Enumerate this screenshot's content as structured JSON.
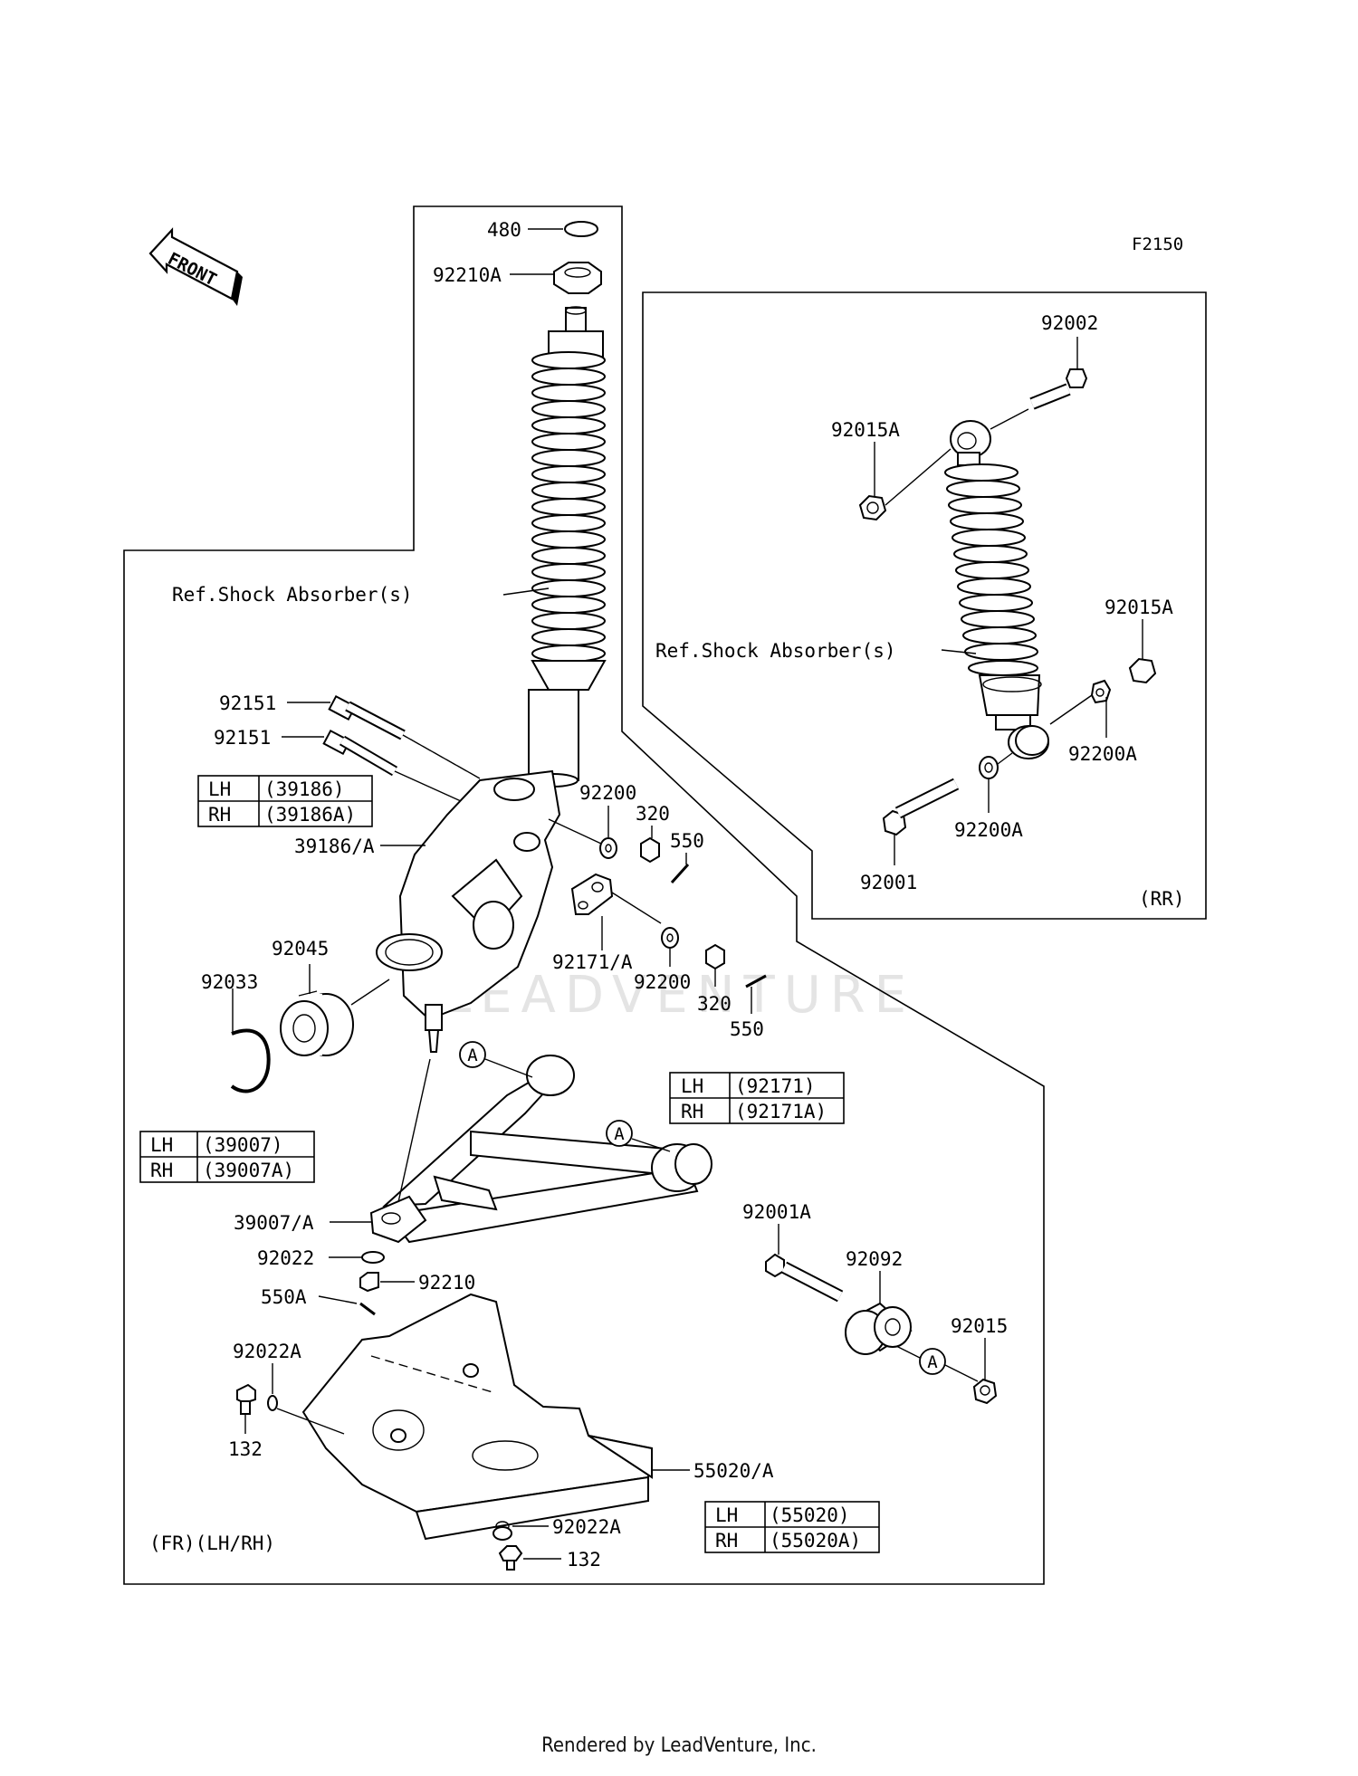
{
  "diagram_code": "F2150",
  "front_arrow_label": "FRONT",
  "watermark": "LEADVENTURE",
  "footer": "Rendered by LeadVenture, Inc.",
  "front_section_label": "(FR)(LH/RH)",
  "rear_section_label": "(RR)",
  "shock_ref_front": "Ref.Shock Absorber(s)",
  "shock_ref_rear": "Ref.Shock Absorber(s)",
  "circle_marker": "A",
  "parts": {
    "p480": "480",
    "p92210A": "92210A",
    "p92151_a": "92151",
    "p92151_b": "92151",
    "p39186A": "39186/A",
    "p92200_top": "92200",
    "p320_top": "320",
    "p550_top": "550",
    "p92171A": "92171/A",
    "p92200_bot": "92200",
    "p320_bot": "320",
    "p550_bot": "550",
    "p92045": "92045",
    "p92033": "92033",
    "p39007A": "39007/A",
    "p92022": "92022",
    "p92210": "92210",
    "p550A": "550A",
    "p92022A_left": "92022A",
    "p132_left": "132",
    "p55020A": "55020/A",
    "p92022A_bot": "92022A",
    "p132_bot": "132",
    "p92001A": "92001A",
    "p92092": "92092",
    "p92015": "92015",
    "p92002": "92002",
    "p92015A_top": "92015A",
    "p92015A_right": "92015A",
    "p92200A_right": "92200A",
    "p92200A_bot": "92200A",
    "p92001": "92001"
  },
  "tables": {
    "knuckle": [
      [
        "LH",
        "(39186)"
      ],
      [
        "RH",
        "(39186A)"
      ]
    ],
    "arm": [
      [
        "LH",
        "(39007)"
      ],
      [
        "RH",
        "(39007A)"
      ]
    ],
    "bushing": [
      [
        "LH",
        "(92171)"
      ],
      [
        "RH",
        "(92171A)"
      ]
    ],
    "guard": [
      [
        "LH",
        "(55020)"
      ],
      [
        "RH",
        "(55020A)"
      ]
    ]
  }
}
